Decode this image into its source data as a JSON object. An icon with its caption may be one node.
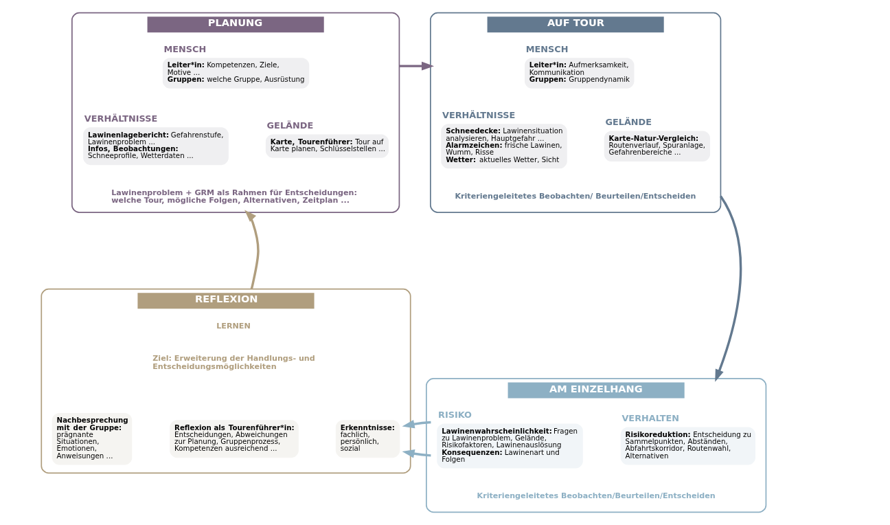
{
  "diagram": {
    "nodes": [
      {
        "text": [
          "PLANUNG"
        ]
      },
      {
        "text": [
          "MENSCH",
          "**Leiter*in:** Kompetenzen, Ziele, Motive ...",
          "**Gruppen:** welche Gruppe, Ausrüstung"
        ],
        "in": 0
      },
      {
        "text": [
          "VERHÄLTNISSE",
          "**Lawinenlagebericht:** Gefahrenstufe, Lawinenproblem ...",
          "**Infos, Beobachtungen:** Schneeprofile, Wetterdaten ..."
        ],
        "in": 0
      },
      {
        "text": [
          "GELÄNDE",
          "**Karte, Tourenführer:** Tour auf Karte planen, Schlüsselstellen ..."
        ],
        "in": 0
      },
      {
        "text": [
          "AUF TOUR"
        ]
      },
      {
        "text": [
          "MENSCH",
          "**Leiter*in:** Aufmerksamkeit, Kommunikation",
          "**Gruppen:** Gruppendynamik"
        ],
        "in": 4
      },
      {
        "text": [
          "VERHÄLTNISSE",
          "**Schneedecke:** Lawinensituation analysieren, Hauptgefahr ...",
          "**Alarmzeichen:** frische Lawinen, Wumm, Risse",
          "**Wetter:** aktuelles Wetter, Sicht"
        ],
        "in": 4
      },
      {
        "text": [
          "GELÄNDE",
          "**Karte-Natur-Vergleich:** Routenverlauf, Spuranlage, Gefahrenbereiche ..."
        ],
        "in": 4
      },
      {
        "text": [
          "AM EINZELHANG"
        ]
      },
      {
        "text": [
          "RISIKO",
          "**Lawinenwahrscheinlichkeit:** Fragen zu Lawinenproblem, Gelände, Risikofaktoren, Lawinenauslösung",
          "**Konsequenzen:** Lawinenart und Folgen"
        ],
        "in": 8
      },
      {
        "text": [
          "VERHALTEN",
          "**Risikoreduktion:** Entscheidung zu Sammelpunkten, Abständen, Abfahrtskorridor, Routenwahl, Alternativen"
        ],
        "in": 8
      },
      {
        "text": [
          "REFLEXION"
        ]
      },
      {
        "text": [
          "**Nachbesprechung mit der Gruppe:** prägnante Situationen, Emotionen, Anweisungen ..."
        ],
        "in": 11
      },
      {
        "text": [
          "**Reflexion als Tourenführer*in:** Entscheidungen, Abweichungen zur Planung, Gruppenprozess, Kompetenzen ausreichend ..."
        ],
        "in": 11
      },
      {
        "text": [
          "**Erkenntnisse:** fachlich, persönlich, sozial"
        ],
        "in": 11
      }
    ],
    "edges": [
      {
        "from": 0,
        "to": 4,
        "arrow": "to",
        "color": "#7b6682"
      },
      {
        "from": 4,
        "to": 8,
        "arrow": "to",
        "color": "#63798f"
      },
      {
        "from": 8,
        "to": 11,
        "arrow": "to",
        "color": "#8db0c4"
      },
      {
        "from": 11,
        "to": 0,
        "arrow": "to",
        "color": "#b09e7e"
      }
    ],
    "labels": [
      "Lawinenproblem + GRM als Rahmen für Entscheidungen: welche Tour, mögliche Folgen, Alternativen, Zeitplan ...",
      "Kriteriengeleitetes Beobachten/ Beurteilen/Entscheiden",
      "Kriteriengeleitetes Beobachten/Beurteilen/Entscheiden",
      "LERNEN",
      "Ziel: Erweiterung der Handlungs- und Entscheidungsmöglichkeiten"
    ]
  }
}
